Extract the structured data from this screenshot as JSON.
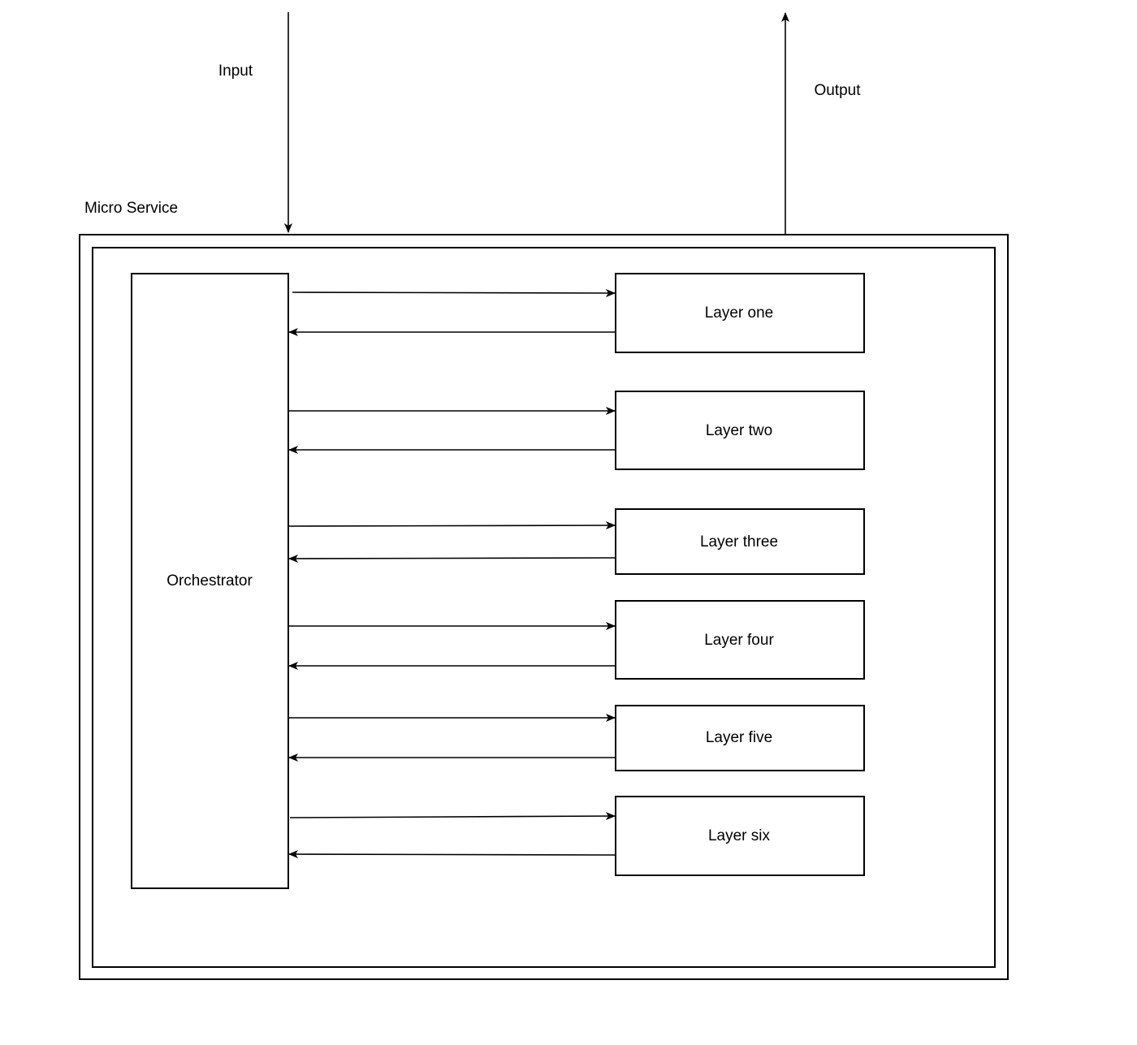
{
  "diagram": {
    "input_label": "Input",
    "output_label": "Output",
    "container_label": "Micro Service",
    "orchestrator_label": "Orchestrator",
    "layers": [
      {
        "label": "Layer one"
      },
      {
        "label": "Layer two"
      },
      {
        "label": "Layer three"
      },
      {
        "label": "Layer four"
      },
      {
        "label": "Layer five"
      },
      {
        "label": "Layer six"
      }
    ],
    "edges": [
      {
        "from": "input",
        "to": "micro-service"
      },
      {
        "from": "micro-service",
        "to": "output"
      },
      {
        "from": "orchestrator",
        "to": "layer-one"
      },
      {
        "from": "layer-one",
        "to": "orchestrator"
      },
      {
        "from": "orchestrator",
        "to": "layer-two"
      },
      {
        "from": "layer-two",
        "to": "orchestrator"
      },
      {
        "from": "orchestrator",
        "to": "layer-three"
      },
      {
        "from": "layer-three",
        "to": "orchestrator"
      },
      {
        "from": "orchestrator",
        "to": "layer-four"
      },
      {
        "from": "layer-four",
        "to": "orchestrator"
      },
      {
        "from": "orchestrator",
        "to": "layer-five"
      },
      {
        "from": "layer-five",
        "to": "orchestrator"
      },
      {
        "from": "orchestrator",
        "to": "layer-six"
      },
      {
        "from": "layer-six",
        "to": "orchestrator"
      }
    ],
    "colors": {
      "stroke": "#000000",
      "background": "#ffffff",
      "text": "#000000"
    }
  }
}
